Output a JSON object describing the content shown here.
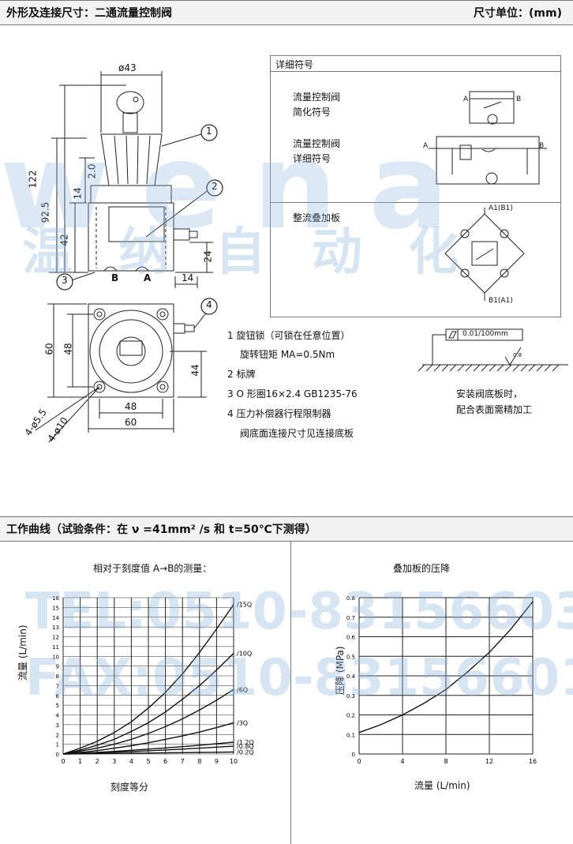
{
  "header_top": {
    "title": "外形及连接尺寸：二通流量控制阀",
    "unit": "尺寸单位：(mm)"
  },
  "drawing": {
    "dims": {
      "d43": "ø43",
      "d122": "122",
      "d92_5": "92.5",
      "d42": "42",
      "d20": "2.0",
      "d14v": "14",
      "d24": "24",
      "d14": "14",
      "d60": "60",
      "d48": "48",
      "d44": "44",
      "d48b": "48",
      "d60b": "60",
      "d4_55": "4-ø5.5",
      "d4_10": "4-ø10"
    },
    "ports": {
      "b": "B",
      "a": "A"
    },
    "balloons": [
      "1",
      "2",
      "3",
      "4"
    ]
  },
  "symbols": {
    "title": "详细符号",
    "simple_l1": "流量控制阀",
    "simple_l2": "简化符号",
    "detail_l1": "流量控制阀",
    "detail_l2": "详细符号",
    "rect_l1": "整流叠加板",
    "a": "A",
    "b": "B",
    "a1b1": "A1(B1)",
    "b1a1": "B1(A1)"
  },
  "notes": {
    "n1": "1  旋钮锁（可锁在任意位置）",
    "n1b": "旋转钮矩 MA=0.5Nm",
    "n2": "2  标牌",
    "n3": "3  O 形圈16×2.4  GB1235-76",
    "n4": "4  压力补偿器行程限制器",
    "n4b": "阀底面连接尺寸见连接底板"
  },
  "surface": {
    "flatness": "0.01/100mm",
    "rough": "0.8",
    "cap1": "安装阀底板时，",
    "cap2": "配合表面需精加工"
  },
  "header_bottom": {
    "title": "工作曲线（试验条件：在 ν =41mm² /s 和 t=50℃下测得）"
  },
  "watermark": {
    "logo": "wena",
    "cn": "温 纳 自 动 化",
    "tel": "TEL:0510-83156603",
    "fax": "FAX:0510-83156601"
  },
  "chart_data": [
    {
      "type": "line",
      "title": "相对于刻度值 A→B的测量：",
      "xlabel": "刻度等分",
      "ylabel": "流量 (L/min)",
      "xlim": [
        0,
        10
      ],
      "ylim": [
        0,
        16
      ],
      "xticks": [
        "0",
        "1",
        "2",
        "3",
        "4",
        "5",
        "6",
        "7",
        "8",
        "9",
        "10"
      ],
      "yticks": [
        "0",
        "1",
        "2",
        "3",
        "4",
        "5",
        "6",
        "7",
        "8",
        "9",
        "10",
        "11",
        "12",
        "13",
        "14",
        "15",
        "16"
      ],
      "x": [
        0,
        1,
        2,
        3,
        4,
        5,
        6,
        7,
        8,
        9,
        10
      ],
      "series": [
        {
          "name": "15Q",
          "values": [
            0,
            0.6,
            1.3,
            2.2,
            3.3,
            4.7,
            6.3,
            8.2,
            10.4,
            12.8,
            15.3
          ]
        },
        {
          "name": "10Q",
          "values": [
            0,
            0.4,
            0.9,
            1.5,
            2.3,
            3.2,
            4.3,
            5.6,
            7.0,
            8.6,
            10.3
          ]
        },
        {
          "name": "6Q",
          "values": [
            0,
            0.3,
            0.6,
            1.0,
            1.5,
            2.1,
            2.8,
            3.6,
            4.5,
            5.5,
            6.6
          ]
        },
        {
          "name": "3Q",
          "values": [
            0,
            0.15,
            0.35,
            0.6,
            0.85,
            1.15,
            1.5,
            1.85,
            2.25,
            2.7,
            3.2
          ]
        },
        {
          "name": "1.2Q",
          "values": [
            0,
            0.08,
            0.17,
            0.27,
            0.38,
            0.5,
            0.62,
            0.75,
            0.9,
            1.05,
            1.2
          ]
        },
        {
          "name": "0.8Q",
          "values": [
            0,
            0.05,
            0.11,
            0.18,
            0.25,
            0.33,
            0.41,
            0.5,
            0.6,
            0.7,
            0.8
          ]
        },
        {
          "name": "0.2Q",
          "values": [
            0,
            0.02,
            0.04,
            0.06,
            0.08,
            0.1,
            0.12,
            0.14,
            0.16,
            0.18,
            0.2
          ]
        }
      ],
      "grid": true
    },
    {
      "type": "line",
      "title": "叠加板的压降",
      "xlabel": "流量 (L/min)",
      "ylabel": "压降 (MPa)",
      "xlim": [
        0,
        16
      ],
      "ylim": [
        0,
        0.8
      ],
      "xticks": [
        "0",
        "4",
        "8",
        "12",
        "16"
      ],
      "yticks": [
        "0",
        "0.1",
        "0.2",
        "0.3",
        "0.4",
        "0.5",
        "0.6",
        "0.7",
        "0.8"
      ],
      "x": [
        0,
        2,
        4,
        6,
        8,
        10,
        12,
        14,
        16
      ],
      "series": [
        {
          "values": [
            0.11,
            0.15,
            0.2,
            0.26,
            0.33,
            0.42,
            0.52,
            0.64,
            0.78
          ]
        }
      ],
      "grid": true
    }
  ]
}
